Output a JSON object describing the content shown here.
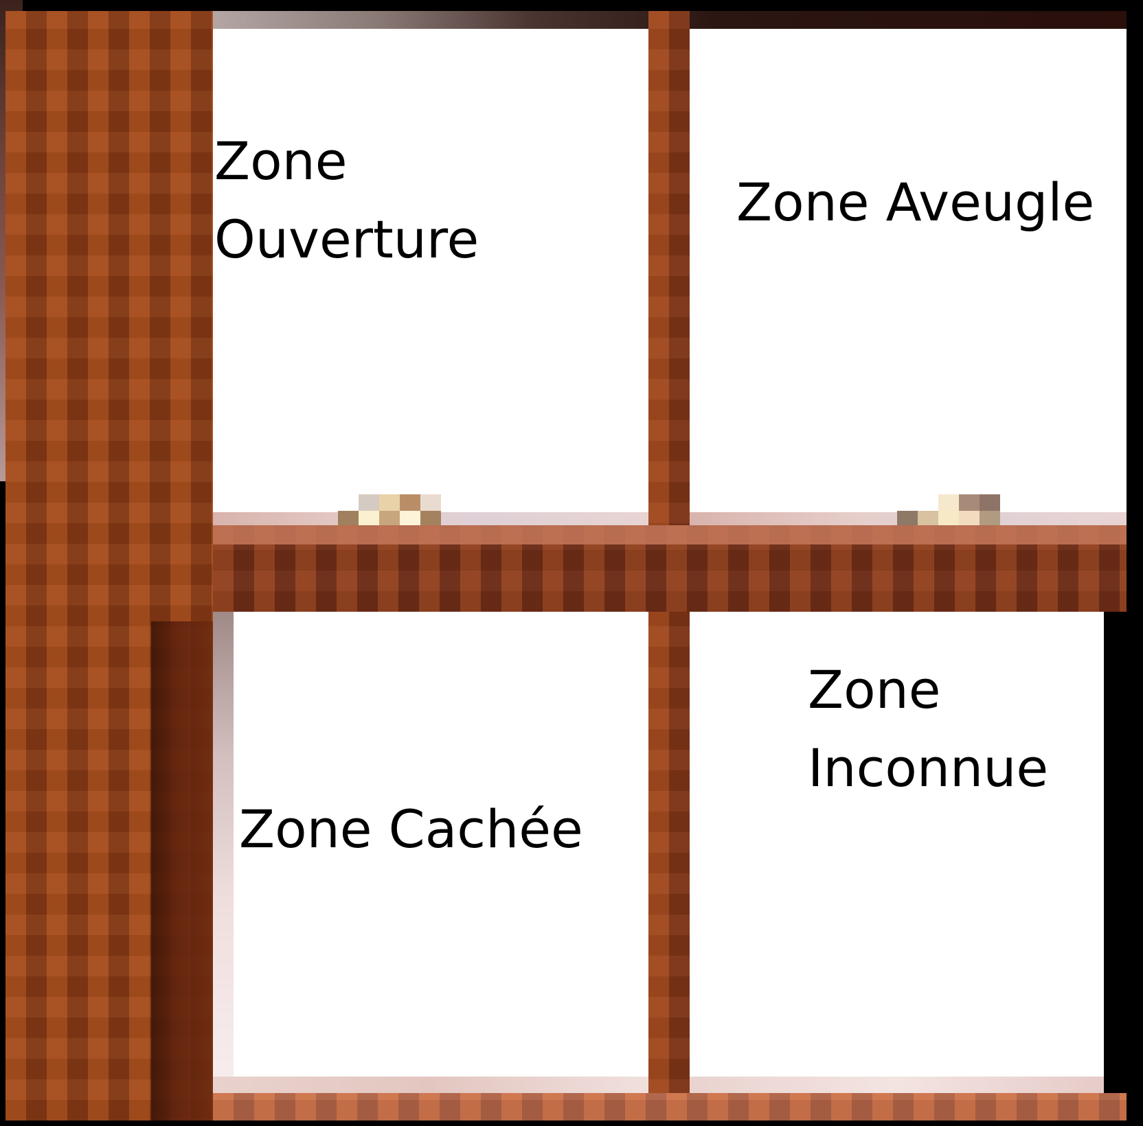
{
  "diagram": {
    "zones": {
      "top_left": {
        "label": "Zone\nOuverture"
      },
      "top_right": {
        "label": "Zone Aveugle"
      },
      "bottom_left": {
        "label": "Zone Cachée"
      },
      "bottom_right": {
        "label": "Zone\nInconnue"
      }
    }
  }
}
